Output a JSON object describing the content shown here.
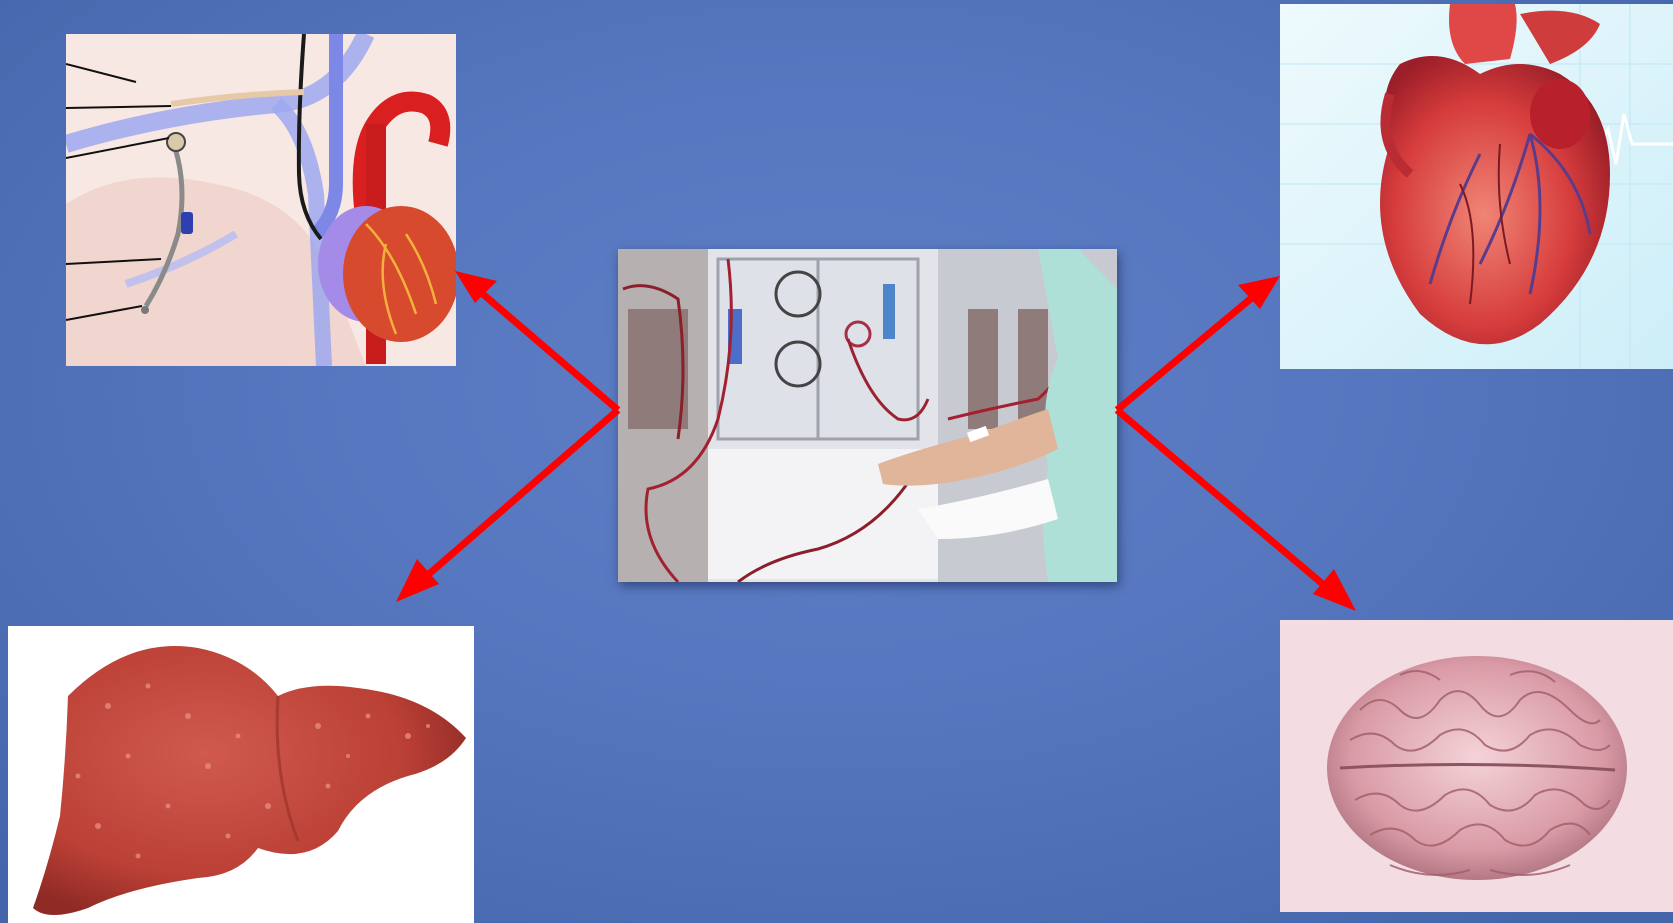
{
  "slide": {
    "background_color": "#5677bf",
    "arrow_color": "#ff0000"
  },
  "center_image": {
    "name": "hemodialysis-treatment-photo"
  },
  "linked_images": [
    {
      "name": "central-venous-catheter-heart-illustration"
    },
    {
      "name": "heart-illustration"
    },
    {
      "name": "liver-illustration"
    },
    {
      "name": "brain-illustration"
    }
  ]
}
